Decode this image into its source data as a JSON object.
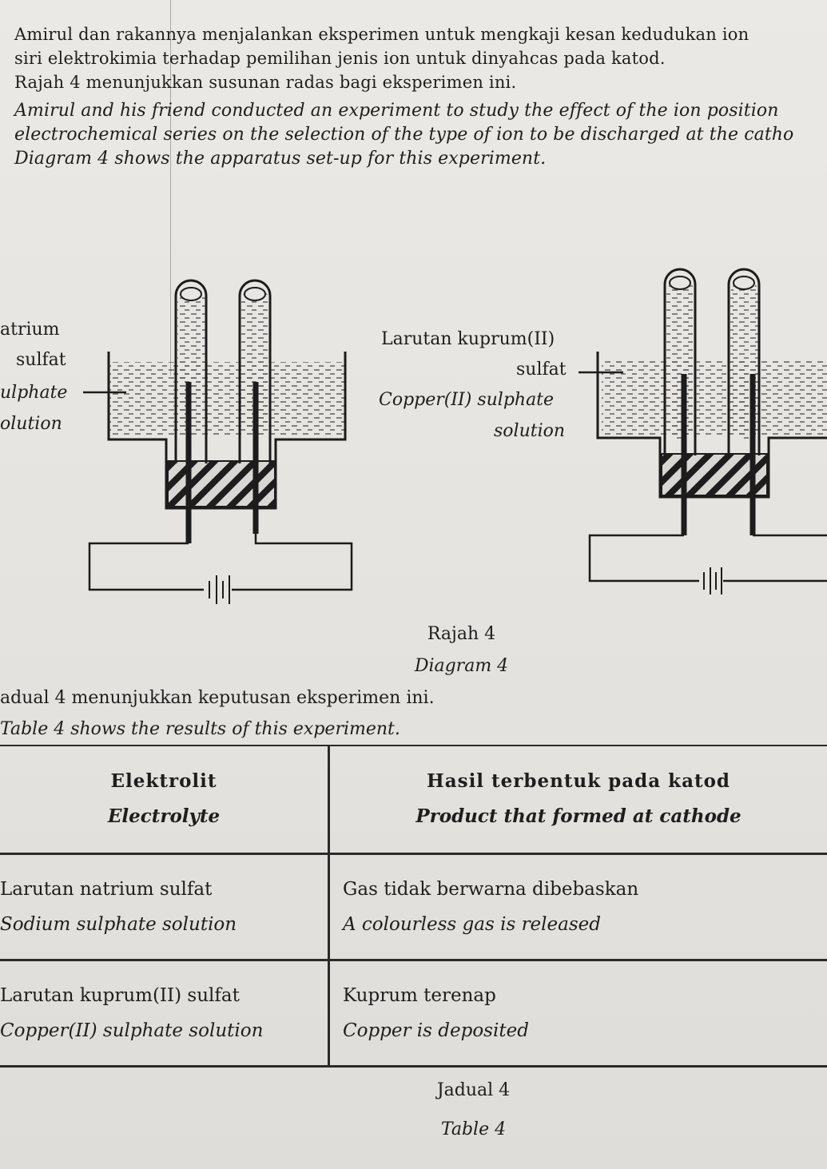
{
  "intro": {
    "ms_lines": [
      "Amirul dan rakannya menjalankan eksperimen untuk mengkaji kesan kedudukan ion",
      "siri elektrokimia terhadap pemilihan jenis ion untuk dinyahcas pada katod.",
      "Rajah 4 menunjukkan susunan radas bagi eksperimen ini."
    ],
    "en_lines": [
      "Amirul and his friend conducted an experiment to study the effect of the ion position",
      "electrochemical series on the selection of the type of ion to be discharged at the catho",
      "Diagram 4 shows the apparatus set-up for this experiment."
    ]
  },
  "diagram": {
    "left_label": [
      "atrium",
      "sulfat",
      "ulphate",
      "olution"
    ],
    "right_label": [
      "Larutan kuprum(II)",
      "sulfat",
      "Copper(II) sulphate",
      "solution"
    ],
    "caption_ms": "Rajah 4",
    "caption_en": "Diagram 4"
  },
  "table_intro": {
    "ms": "adual 4 menunjukkan keputusan eksperimen ini.",
    "en": "Table 4 shows the results of this experiment."
  },
  "table": {
    "headers": [
      {
        "ms": "Elektrolit",
        "en": "Electrolyte"
      },
      {
        "ms": "Hasil terbentuk pada katod",
        "en": "Product that formed at cathode"
      }
    ],
    "rows": [
      {
        "electrolyte_ms": "Larutan natrium sulfat",
        "electrolyte_en": "Sodium sulphate solution",
        "product_ms": "Gas tidak berwarna dibebaskan",
        "product_en": "A colourless gas is released"
      },
      {
        "electrolyte_ms": "Larutan kuprum(II) sulfat",
        "electrolyte_en": "Copper(II) sulphate solution",
        "product_ms": "Kuprum terenap",
        "product_en": "Copper is deposited"
      }
    ],
    "caption_ms": "Jadual 4",
    "caption_en": "Table 4"
  }
}
